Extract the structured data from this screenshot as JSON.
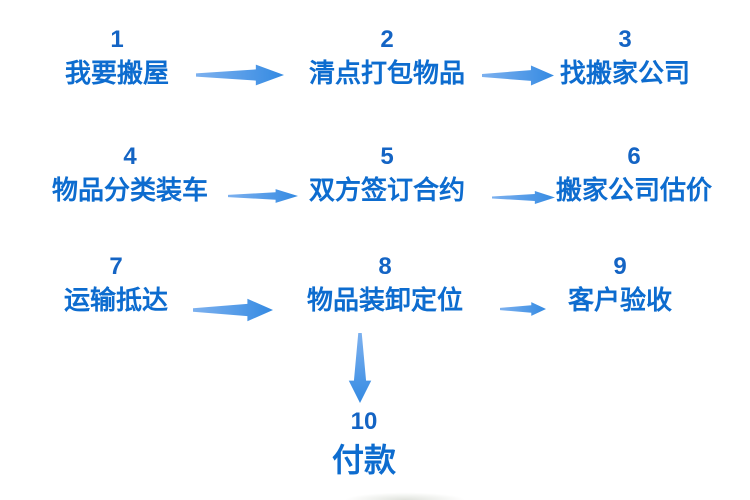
{
  "diagram": {
    "type": "flowchart",
    "topic": "moving-house-process",
    "background": "#ffffff"
  },
  "colors": {
    "step_text": "#0d6ccf",
    "step_number": "#1464c4",
    "arrow_light": "#7db1ef",
    "arrow_dark": "#348ae2"
  },
  "steps": [
    {
      "num": "1",
      "label": "我要搬屋"
    },
    {
      "num": "2",
      "label": "清点打包物品"
    },
    {
      "num": "3",
      "label": "找搬家公司"
    },
    {
      "num": "4",
      "label": "物品分类装车"
    },
    {
      "num": "5",
      "label": "双方签订合约"
    },
    {
      "num": "6",
      "label": "搬家公司估价"
    },
    {
      "num": "7",
      "label": "运输抵达"
    },
    {
      "num": "8",
      "label": "物品装卸定位"
    },
    {
      "num": "9",
      "label": "客户验收"
    },
    {
      "num": "10",
      "label": "付款"
    }
  ],
  "connections": [
    {
      "from": "1",
      "to": "2",
      "direction": "right"
    },
    {
      "from": "2",
      "to": "3",
      "direction": "right"
    },
    {
      "from": "4",
      "to": "5",
      "direction": "right"
    },
    {
      "from": "5",
      "to": "6",
      "direction": "right"
    },
    {
      "from": "7",
      "to": "8",
      "direction": "right"
    },
    {
      "from": "8",
      "to": "9",
      "direction": "right"
    },
    {
      "from": "8",
      "to": "10",
      "direction": "down"
    }
  ]
}
